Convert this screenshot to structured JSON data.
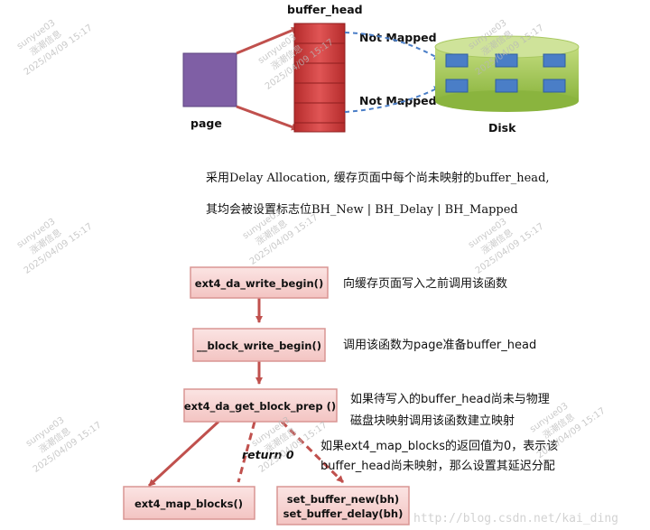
{
  "top": {
    "buffer_head_label": "buffer_head",
    "page_label": "page",
    "disk_label": "Disk",
    "not_mapped_1": "Not Mapped",
    "not_mapped_2": "Not Mapped"
  },
  "description": {
    "line1": "采用Delay Allocation, 缓存页面中每个尚未映射的buffer_head,",
    "line2": "其均会被设置标志位BH_New | BH_Delay | BH_Mapped"
  },
  "flow": {
    "node1": "ext4_da_write_begin()",
    "node2": "__block_write_begin()",
    "node3": "ext4_da_get_block_prep ()",
    "node4": "ext4_map_blocks()",
    "node5_line1": "set_buffer_new(bh)",
    "node5_line2": "set_buffer_delay(bh)",
    "return_label": "return 0",
    "note1": "向缓存页面写入之前调用该函数",
    "note2": "调用该函数为page准备buffer_head",
    "note3_line1": "如果待写入的buffer_head尚未与物理",
    "note3_line2": "磁盘块映射调用该函数建立映射",
    "note4_line1": "如果ext4_map_blocks的返回值为0，表示该",
    "note4_line2": "buffer_head尚未映射，那么设置其延迟分配"
  },
  "watermark": {
    "user": "sunyue03",
    "org": "涨潮信息",
    "date": "2025/04/09 15:17",
    "url": "http://blog.csdn.net/kai_ding"
  },
  "colors": {
    "page_fill": "#7f5fa5",
    "buffer_fill": "#cd3b3b",
    "arrow_red": "#c0504d",
    "node_fill": "#f7d3d2",
    "node_stroke": "#d99593",
    "disk_fill": "#9bc14f",
    "disk_block": "#4a7ec7"
  }
}
